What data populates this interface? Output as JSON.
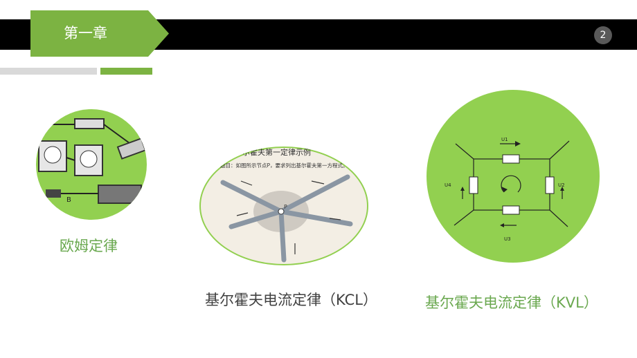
{
  "header": {
    "chapter_title": "第一章",
    "page_number": "2"
  },
  "colors": {
    "accent_green": "#7cb342",
    "circle_green": "#92d050",
    "header_black": "#000000",
    "caption_green": "#6aa84f",
    "caption_dark": "#404040"
  },
  "images": {
    "kcl_title": "尔霍夫第一定律示例",
    "kcl_question": "题目：如图所示节点P，要求列出基尔霍夫第一方程式。",
    "kcl_node_label": "P",
    "kvl_labels": [
      "U1",
      "U2",
      "U3",
      "U4"
    ]
  },
  "captions": {
    "ohm": "欧姆定律",
    "kcl": "基尔霍夫电流定律（KCL）",
    "kvl": "基尔霍夫电流定律（KVL）"
  }
}
